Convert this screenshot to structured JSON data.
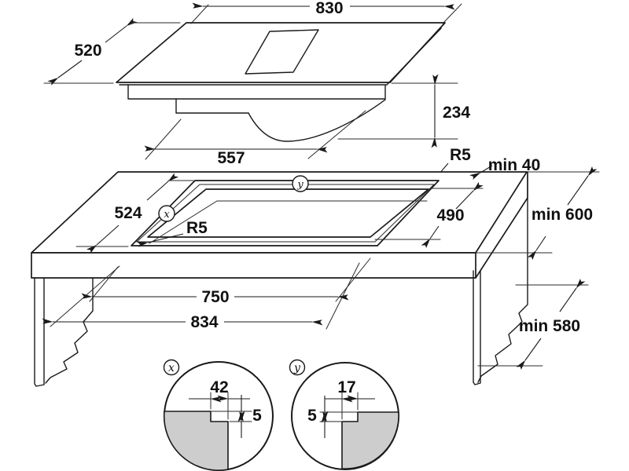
{
  "top_view": {
    "width": "830",
    "depth": "520",
    "body_height": "234",
    "body_width": "557",
    "corner_radius": "R5"
  },
  "worktop_view": {
    "cutout_depth_left": "524",
    "cutout_depth_right": "490",
    "cutout_width_inner": "750",
    "cutout_width_outer": "834",
    "corner_radius": "R5",
    "min_edge_distance": "min 40",
    "min_worktop_depth": "min 600",
    "min_clearance_below": "min 580",
    "callout_x": "x",
    "callout_y": "y"
  },
  "detail_x": {
    "callout": "x",
    "ledge_width": "42",
    "step_depth": "5"
  },
  "detail_y": {
    "callout": "y",
    "ledge_width": "17",
    "step_depth": "5"
  },
  "colors": {
    "line": "#1a1a1a",
    "section_fill": "#cdcdcd",
    "background": "#ffffff"
  }
}
